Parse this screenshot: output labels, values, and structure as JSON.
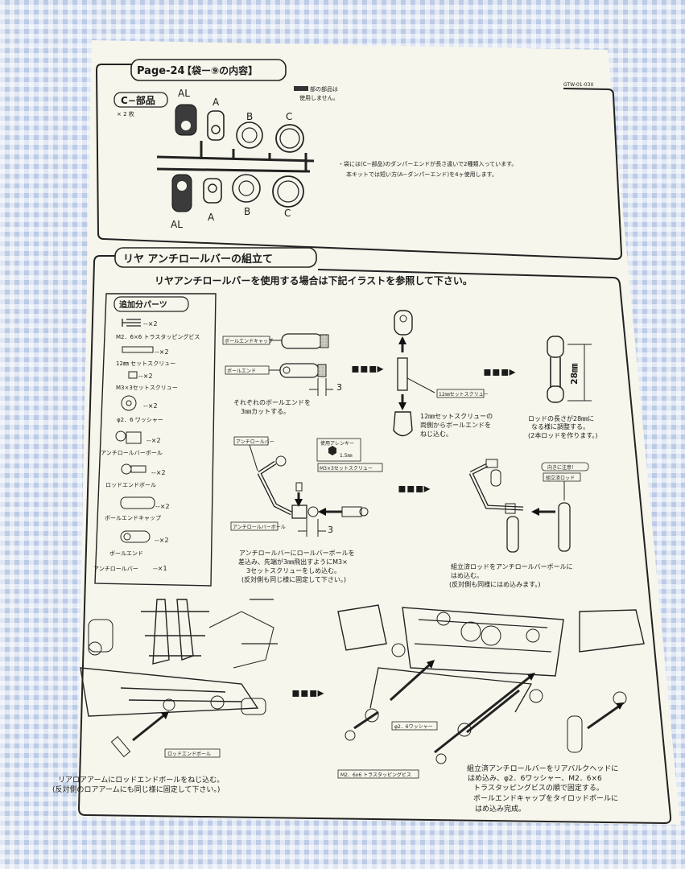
{
  "header": {
    "page_label": "Page-24",
    "bag_title": "【袋ー⑨の内容】",
    "part_code": "GTW-01-03X"
  },
  "c_parts": {
    "title": "C−部品",
    "qty": "× 2 枚",
    "labels_top": [
      "AL",
      "A",
      "B",
      "C"
    ],
    "labels_bottom": [
      "AL",
      "A",
      "B",
      "C"
    ],
    "unused_note_1": "部の部品は",
    "unused_note_2": "使用しません。",
    "note_line_1": "・袋には(C−部品)のダンパーエンドが長さ違いで2種類入っています。",
    "note_line_2": "本キットでは短い方(A−ダンパーエンド)を4ヶ使用します。"
  },
  "section": {
    "title": "リヤ アンチロールバーの組立て",
    "subtitle": "リヤアンチロールバーを使用する場合は下記イラストを参照して下さい。"
  },
  "added_parts": {
    "title": "追加分パーツ",
    "items": [
      {
        "qty": "--×2",
        "name": "M2．6×6 トラスタッピングビス"
      },
      {
        "qty": "--×2",
        "name": "12㎜ セットスクリュー"
      },
      {
        "qty": "--×2",
        "name": "M3×3セットスクリュー"
      },
      {
        "qty": "--×2",
        "name": "φ2．6 ワッシャー"
      },
      {
        "qty": "--×2",
        "name": "アンチロールバーボール"
      },
      {
        "qty": "--×2",
        "name": "ロッドエンドボール"
      },
      {
        "qty": "--×2",
        "name": "ボールエンドキャップ"
      },
      {
        "qty": "--×2",
        "name": "ボールエンド"
      },
      {
        "qty": "--×1",
        "name": "アンチロールバー"
      }
    ]
  },
  "step1": {
    "tag_cap": "ボールエンドキャップ",
    "tag_end": "ボールエンド",
    "dim": "3",
    "caption_1": "それぞれのボールエンドを",
    "caption_2": "3㎜カットする。"
  },
  "step2": {
    "tag_screw": "12㎜セットスクリュー",
    "caption_1": "12㎜セットスクリューの",
    "caption_2": "両側からボールエンドを",
    "caption_3": "ねじ込む。"
  },
  "step3": {
    "dim": "28㎜",
    "caption_1": "ロッドの長さが28㎜に",
    "caption_2": "なる様に調整する。",
    "caption_3": "(2本ロッドを作ります。)"
  },
  "step4": {
    "tag_bar": "アンチロールバー",
    "tag_wrench_1": "使用アレンキー",
    "tag_wrench_2": "1.5㎜",
    "tag_setscrew": "M3×3セットスクリュー",
    "tag_ball": "アンチロールバーボール",
    "dim": "3",
    "caption_1": "アンチロールバーにロールバーボールを",
    "caption_2": "差込み、先端が3㎜飛出すようにM3×",
    "caption_3": "3セットスクリューをしめ込む。",
    "caption_4": "(反対側も同じ様に固定して下さい。)"
  },
  "step5": {
    "tag_caution": "向きに注意！",
    "tag_rod": "組立済ロッド",
    "caption_1": "組立済ロッドをアンチロールバーボールに",
    "caption_2": "はめ込む。",
    "caption_3": "(反対側も同様にはめ込みます。)"
  },
  "step6": {
    "tag_rodend": "ロッドエンドボール",
    "caption_1": "リアロアアームにロッドエンドボールをねじ込む。",
    "caption_2": "(反対側のロアアームにも同じ様に固定して下さい。)"
  },
  "step7": {
    "tag_washer": "φ2．6ワッシャー",
    "tag_screw": "M2．6x6 トラスタッピングビス",
    "caption_1": "組立済アンチロールバーをリアバルクヘッドに",
    "caption_2": "はめ込み、φ2．6ワッシャー、M2．6×6",
    "caption_3": "トラスタッピングビスの順で固定する。",
    "caption_4": "ボールエンドキャップをタイロッドボールに",
    "caption_5": "はめ込み完成。"
  }
}
